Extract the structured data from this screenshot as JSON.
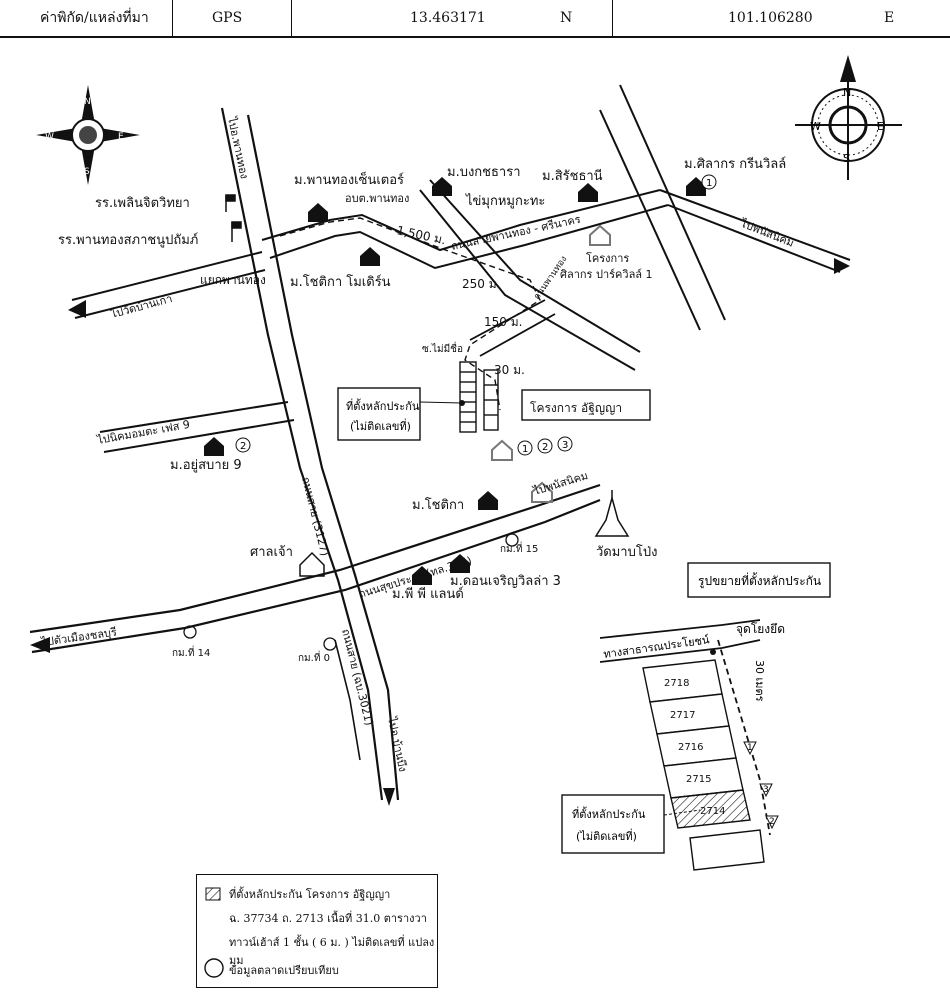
{
  "header": {
    "label": "ค่าพิกัด/แหล่งที่มา",
    "source": "GPS",
    "lat": "13.463171",
    "lat_dir": "N",
    "lon": "101.106280",
    "lon_dir": "E"
  },
  "roads": {
    "r3127": "ถนนสาย (3127)",
    "r3021": "ถนนสาย (ฉบ.3021)",
    "sukprayoon": "ถนนสุขประยูร (ทล.315)",
    "panthong_nongkhae": "ไปอ.พานทอง",
    "to_banbueng": "ไปอ.บ้านบึง",
    "to_chonburi": "ไปตัวเมืองชลบุรี",
    "to_phanatnikhom": "ไปพนัสนิคม",
    "to_phanatnikhom2": "ไปพนัสนิคม",
    "to_banko": "ไปวัดบ้านเก่า",
    "to_nikhom": "ไปนิคมอมตะ เฟส 9",
    "panthong_sirinakorn": "ถนนสายพานทอง - ศรีนาคร",
    "to_panthong_road": "ถนนพานทอง",
    "soi": "ซ.ไม่มีชื่อ"
  },
  "distances": {
    "d1500": "1,500 ม.",
    "d250": "250 ม.",
    "d150": "150 ม.",
    "d30": "30 ม.",
    "d30m": "30 เมตร"
  },
  "places": {
    "school1": "รร.เพลินจิตวิทยา",
    "school2": "รร.พานทองสภาชนูปถัมภ์",
    "junction": "แยกพานทอง",
    "panthong_center": "ม.พานทองเซ็นเตอร์",
    "obt": "อบต.พานทอง",
    "bongkot": "ม.บงกชธารา",
    "sirat": "ม.สิรัชธานี",
    "pearl": "ไข่มุกหมูกะทะ",
    "silakorn": "ม.ศิลากร กรีนวิลล์",
    "project_silakorn": "โครงการ",
    "project_silakorn2": "ศิลากร ปาร์ควิลล์ 1",
    "chotika_modern": "ม.โชติกา โมเดิร์น",
    "collateral": "ที่ตั้งหลักประกัน",
    "collateral_no": "(ไม่ติดเลขที่)",
    "project": "โครงการ อัฐิญญา",
    "yusabai": "ม.อยู่สบาย 9",
    "chotika": "ม.โชติกา",
    "shrine": "ศาลเจ้า",
    "temple": "วัดมาบโป่ง",
    "donjaroen": "ม.ดอนเจริญวิลล่า 3",
    "ppland": "ม.พี พี แลนด์",
    "km15": "กม.ที่ 15",
    "km14": "กม.ที่ 14",
    "km0": "กม.ที่ 0",
    "enlarge": "รูปขยายที่ตั้งหลักประกัน",
    "public_way": "ทางสาธารณประโยชน์",
    "tie_point": "จุดโยงยึด",
    "circle1": "1",
    "circle2": "2",
    "circle3": "3"
  },
  "plots": [
    "2718",
    "2717",
    "2716",
    "2715",
    "2714"
  ],
  "compass": {
    "n": "N",
    "s": "S",
    "e": "E",
    "w": "W"
  },
  "legend": {
    "line1": "ที่ตั้งหลักประกัน โครงการ อัฐิญญา",
    "line2": "ฉ. 37734 ถ. 2713 เนื้อที่ 31.0 ตารางวา",
    "line3": "ทาวน์เฮ้าส์ 1 ชั้น ( 6 ม. ) ไม่ติดเลขที่ แปลงมุม",
    "line4": "ข้อมูลตลาดเปรียบเทียบ"
  }
}
